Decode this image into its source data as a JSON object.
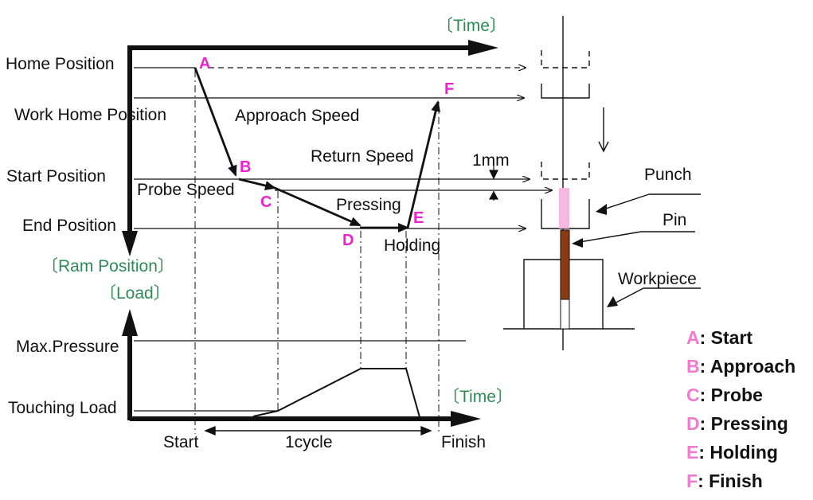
{
  "axes": {
    "time_top": "〔Time〕",
    "time_bottom": "〔Time〕",
    "ram_position": "〔Ram Position〕",
    "load": "〔Load〕"
  },
  "positions": {
    "home": "Home Position",
    "work_home": "Work Home Position",
    "start": "Start Position",
    "end": "End Position"
  },
  "load_levels": {
    "max_pressure": "Max.Pressure",
    "touching_load": "Touching Load"
  },
  "speeds": {
    "approach": "Approach Speed",
    "return": "Return Speed",
    "probe": "Probe Speed",
    "pressing": "Pressing",
    "holding": "Holding"
  },
  "points": {
    "A": "A",
    "B": "B",
    "C": "C",
    "D": "D",
    "E": "E",
    "F": "F"
  },
  "dimension": "1mm",
  "parts": {
    "punch": "Punch",
    "pin": "Pin",
    "workpiece": "Workpiece"
  },
  "cycle": {
    "start": "Start",
    "finish": "Finish",
    "label": "1cycle"
  },
  "legend": [
    {
      "letter": "A",
      "text": ": Start"
    },
    {
      "letter": "B",
      "text": ": Approach"
    },
    {
      "letter": "C",
      "text": ": Probe"
    },
    {
      "letter": "D",
      "text": ": Pressing"
    },
    {
      "letter": "E",
      "text": ": Holding"
    },
    {
      "letter": "F",
      "text": ": Finish"
    }
  ],
  "colors": {
    "point_label": "#ee22cc",
    "legend_letter": "#f07bd0",
    "axis_label": "#2e8b57",
    "punch_tip": "#f6b8e0",
    "pin": "#8b3a12"
  }
}
